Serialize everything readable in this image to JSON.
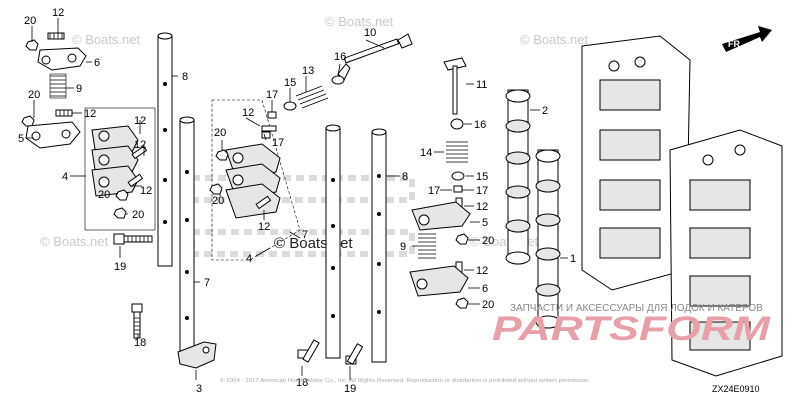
{
  "callouts": {
    "c1": "20",
    "c2": "12",
    "c3": "6",
    "c4": "9",
    "c5": "20",
    "c6": "12",
    "c7": "5",
    "c8": "4",
    "c9": "12",
    "c10": "12",
    "c11": "20",
    "c12": "12",
    "c13": "20",
    "c14": "19",
    "c15": "8",
    "c16": "7",
    "c17": "18",
    "c18": "3",
    "c19": "20",
    "c20": "12",
    "c21": "17",
    "c22": "15",
    "c23": "13",
    "c24": "17",
    "c25": "20",
    "c26": "12",
    "c27": "4",
    "c28": "7",
    "c29": "16",
    "c30": "10",
    "c31": "8",
    "c32": "18",
    "c33": "19",
    "c34": "11",
    "c35": "16",
    "c36": "14",
    "c37": "15",
    "c38": "17",
    "c39": "17",
    "c40": "12",
    "c41": "5",
    "c42": "9",
    "c43": "20",
    "c44": "12",
    "c45": "6",
    "c46": "20",
    "c47": "2",
    "c48": "1"
  },
  "watermarks": {
    "w1": "© Boats.net",
    "w2": "© Boats.net",
    "w3": "© Boats.net",
    "w4": "© Boats.net",
    "w5": "© Boats.net",
    "w6": "© Boats.net"
  },
  "front_marker": "FR.",
  "diagram_code": "ZX24E0910",
  "shop_text": "ЗАПЧАСТИ И АКСЕССУАРЫ ДЛЯ ЛОДОК И КАТЕРОВ",
  "brand_logo": "PARTSFORM",
  "copyright_line": "© 2004 - 2017 American Honda Motor Co., Inc. All Rights Reserved. Reproduction or distribution is prohibited without written permission.",
  "colors": {
    "brand": "#e8a0a8",
    "watermark": "#c9c9c9",
    "line": "#000000"
  }
}
